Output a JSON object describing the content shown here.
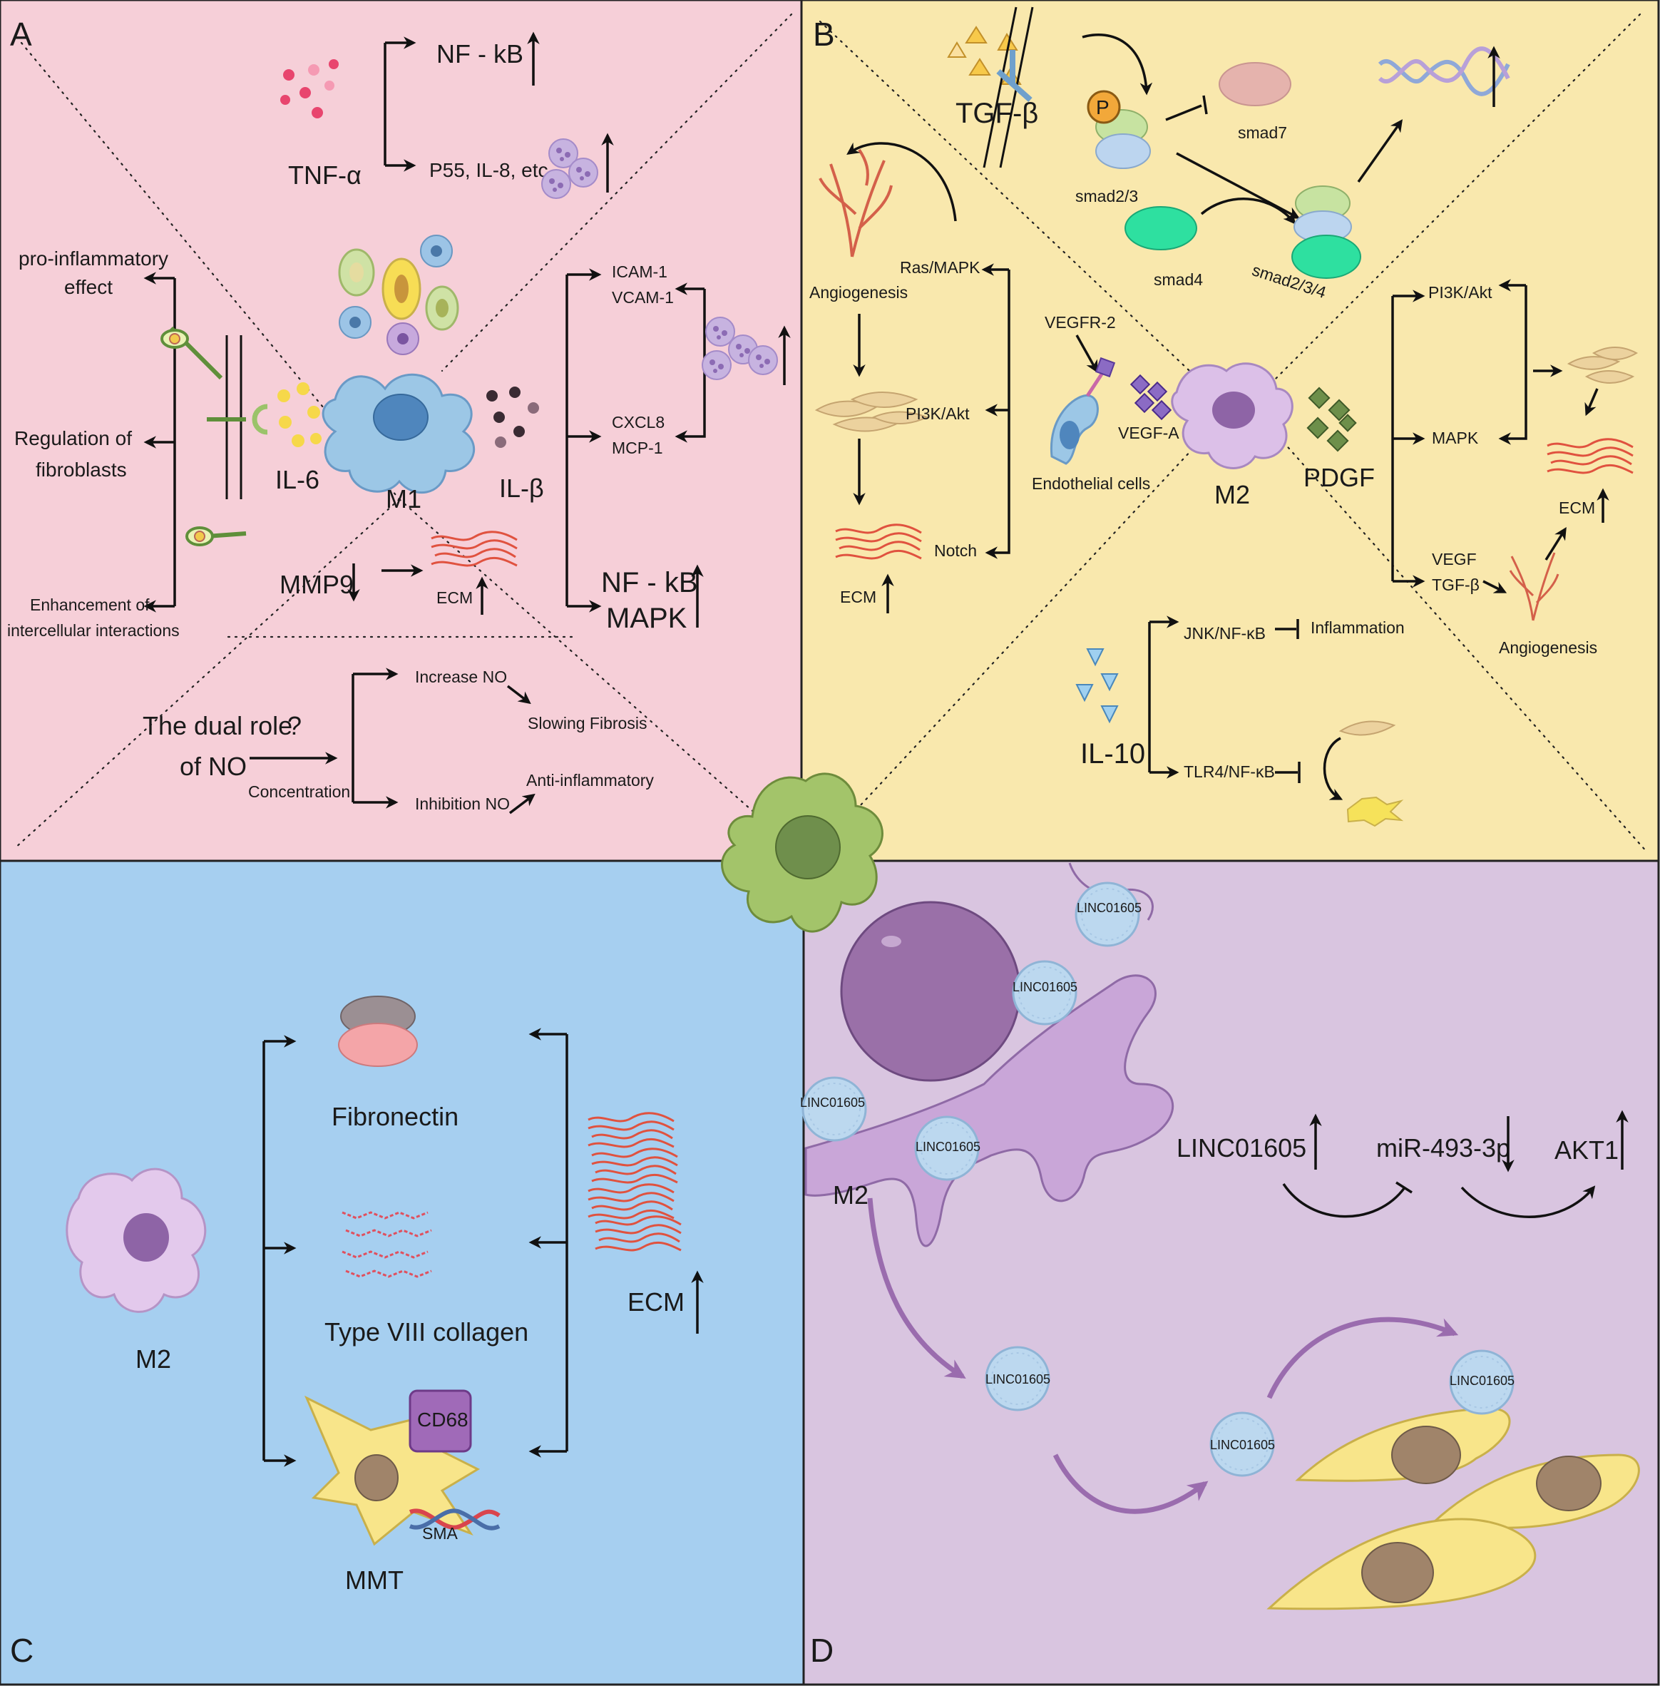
{
  "colors": {
    "panel_a": "#f6cfd8",
    "panel_b": "#f9e8ad",
    "panel_c": "#a6cff0",
    "panel_d": "#d9c5e0",
    "ecm_red": "#e0523f",
    "m1_blue": "#7fb5dc",
    "m2_purple": "#c9a6d8",
    "fibroblast_yellow": "#f3d86a",
    "green_macrophage": "#98c16a"
  },
  "panels": {
    "a": {
      "letter": "A",
      "tnf": {
        "cytokine": "TNF-α",
        "nfkb": "NF - kB",
        "p55": "P55, IL-8, etc."
      },
      "il6": {
        "cytokine": "IL-6",
        "pro_inflammatory": [
          "pro-inflammatory",
          "effect"
        ],
        "regulation": [
          "Regulation of",
          "fibroblasts"
        ],
        "enhancement": [
          "Enhancement of",
          "intercellular interactions"
        ]
      },
      "m1_label": "M1",
      "il1": {
        "cytokine": "IL-β",
        "icam": "ICAM-1",
        "vcam": "VCAM-1",
        "cxcl8": "CXCL8",
        "mcp1": "MCP-1",
        "nfkb": "NF - kB",
        "mapk": "MAPK"
      },
      "mmp9": {
        "label": "MMP9",
        "ecm": "ECM"
      },
      "no": {
        "title_1": "The dual role",
        "question": "?",
        "title_2": "of NO",
        "concentration": "Concentration",
        "increase": "Increase NO",
        "slowing": "Slowing Fibrosis",
        "inhibition": "Inhibition NO",
        "anti": "Anti-inflammatory"
      }
    },
    "b": {
      "letter": "B",
      "tgf": "TGF-β",
      "p": "P",
      "smad7": "smad7",
      "smad23": "smad2/3",
      "smad4": "smad4",
      "smad234": "smad2/3/4",
      "angiogenesis_left": "Angiogenesis",
      "ras_mapk": "Ras/MAPK",
      "pi3k_left": "PI3K/Akt",
      "ecm_left": "ECM",
      "notch": "Notch",
      "vegfr2": "VEGFR-2",
      "vegfa": "VEGF-A",
      "endothelial": "Endothelial cells",
      "m2": "M2",
      "pdgf": "PDGF",
      "pi3k_right": "PI3K/Akt",
      "mapk_right": "MAPK",
      "vegf": "VEGF",
      "tgfb_small": "TGF-β",
      "ecm_right": "ECM",
      "angiogenesis_right": "Angiogenesis",
      "il10": "IL-10",
      "jnk": "JNK/NF-κB",
      "inflammation": "Inflammation",
      "tlr4": "TLR4/NF-κB"
    },
    "c": {
      "letter": "C",
      "m2": "M2",
      "fibronectin": "Fibronectin",
      "collagen": "Type VIII collagen",
      "mmt": "MMT",
      "cd68": "CD68",
      "sma": "SMA",
      "ecm": "ECM"
    },
    "d": {
      "letter": "D",
      "m2": "M2",
      "exosome": "LINC01605",
      "linc": "LINC01605",
      "mir": "miR-493-3p",
      "akt1": "AKT1"
    }
  }
}
